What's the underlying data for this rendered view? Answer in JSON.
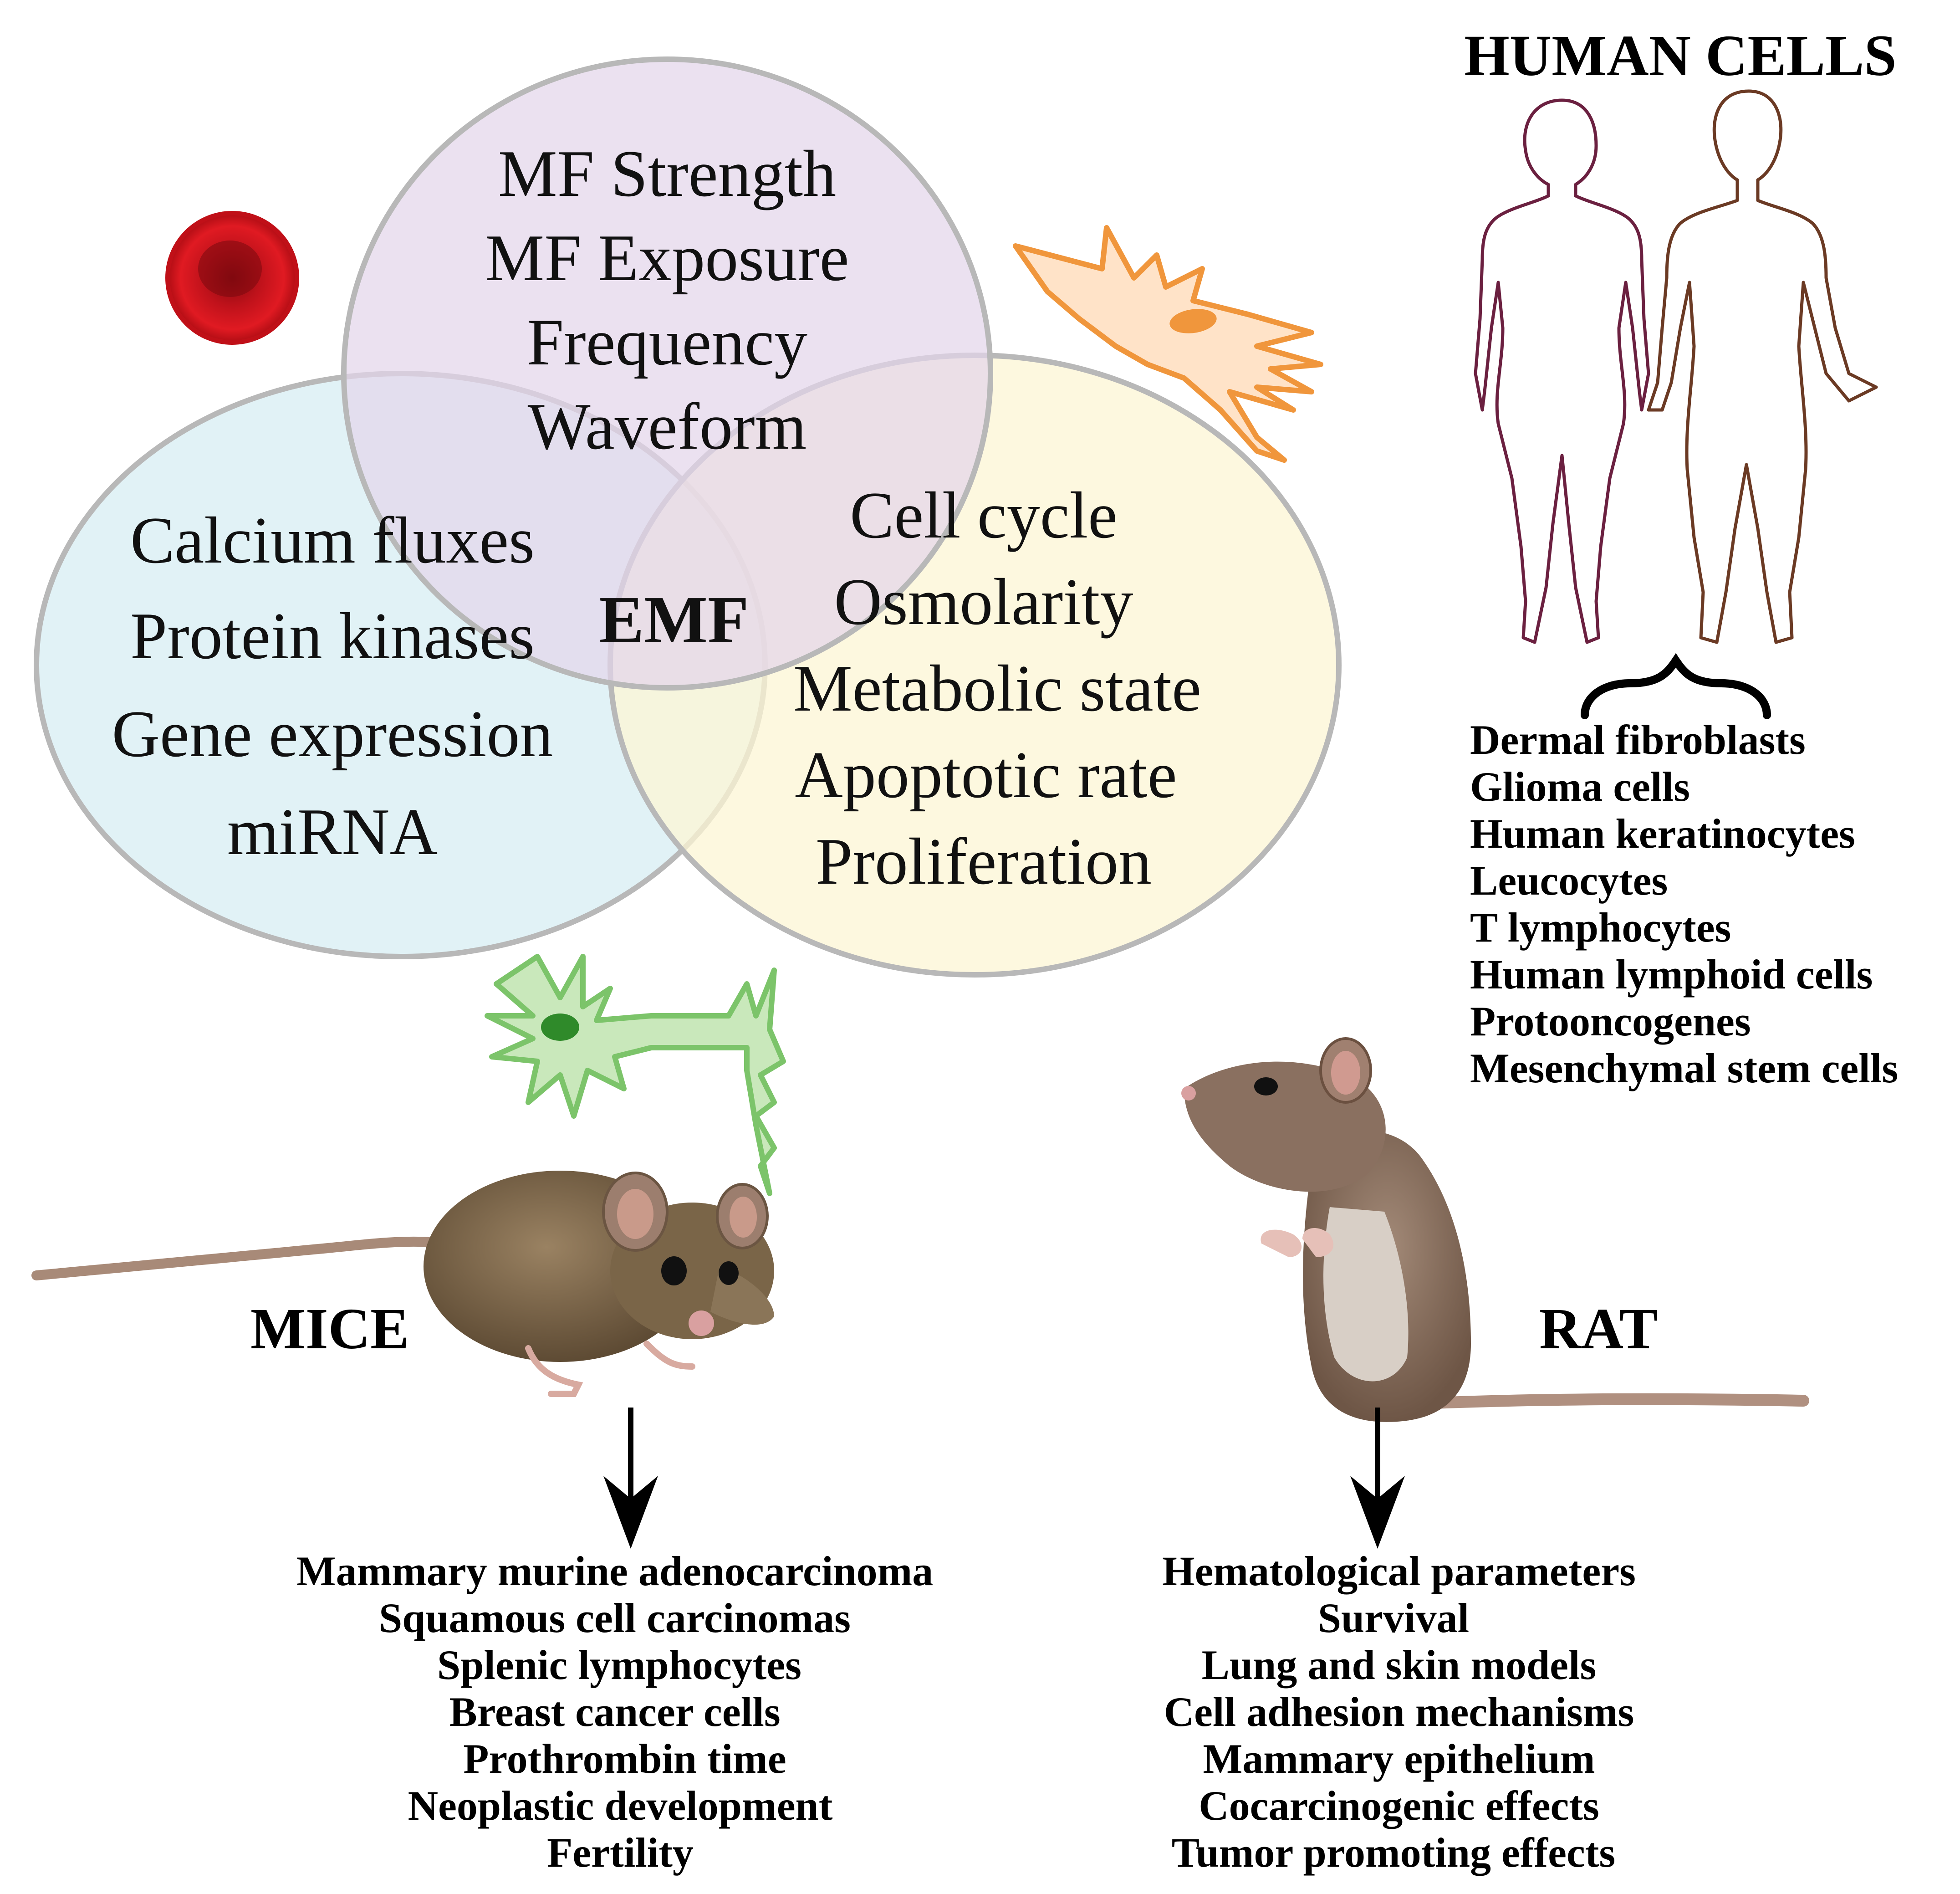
{
  "colors": {
    "circle_top": "#e3d6ea",
    "circle_left": "#dcf0f4",
    "circle_right": "#fcf5d4",
    "circle_stroke": "#b8b8b8",
    "blood_cell": "#d9131e",
    "fibroblast": "#f0963c",
    "neuron": "#9dd68a",
    "female_outline": "#6b2040",
    "male_outline": "#6b3a24",
    "mouse": "#7a6548",
    "rat": "#8a7060"
  },
  "venn": {
    "center_label": "EMF",
    "top_items": [
      "MF Strength",
      "MF Exposure",
      "Frequency",
      "Waveform"
    ],
    "left_items": [
      "Calcium fluxes",
      "Protein kinases",
      "Gene expression",
      "miRNA"
    ],
    "right_items": [
      "Cell cycle",
      "Osmolarity",
      "Metabolic state",
      "Apoptotic rate",
      "Proliferation"
    ]
  },
  "icons": {
    "blood_cell": "red-blood-cell-icon",
    "fibroblast": "fibroblast-cell-icon",
    "neuron": "neuron-cell-icon",
    "human_figures": "human-couple-icon",
    "mouse": "mouse-icon",
    "rat": "rat-icon"
  },
  "human": {
    "title": "HUMAN CELLS",
    "items": [
      "Dermal fibroblasts",
      "Glioma cells",
      "Human keratinocytes",
      "Leucocytes",
      "T lymphocytes",
      "Human lymphoid cells",
      "Protooncogenes",
      "Mesenchymal stem cells"
    ]
  },
  "mice": {
    "title": "MICE",
    "items": [
      "Mammary murine adenocarcinoma",
      "Squamous cell carcinomas",
      "Splenic lymphocytes",
      "Breast cancer cells",
      "Prothrombin time",
      "Neoplastic development",
      "Fertility"
    ]
  },
  "rat": {
    "title": "RAT",
    "items": [
      "Hematological parameters",
      "Survival",
      "Lung and skin models",
      "Cell adhesion mechanisms",
      "Mammary epithelium",
      "Cocarcinogenic effects",
      "Tumor promoting effects"
    ]
  }
}
